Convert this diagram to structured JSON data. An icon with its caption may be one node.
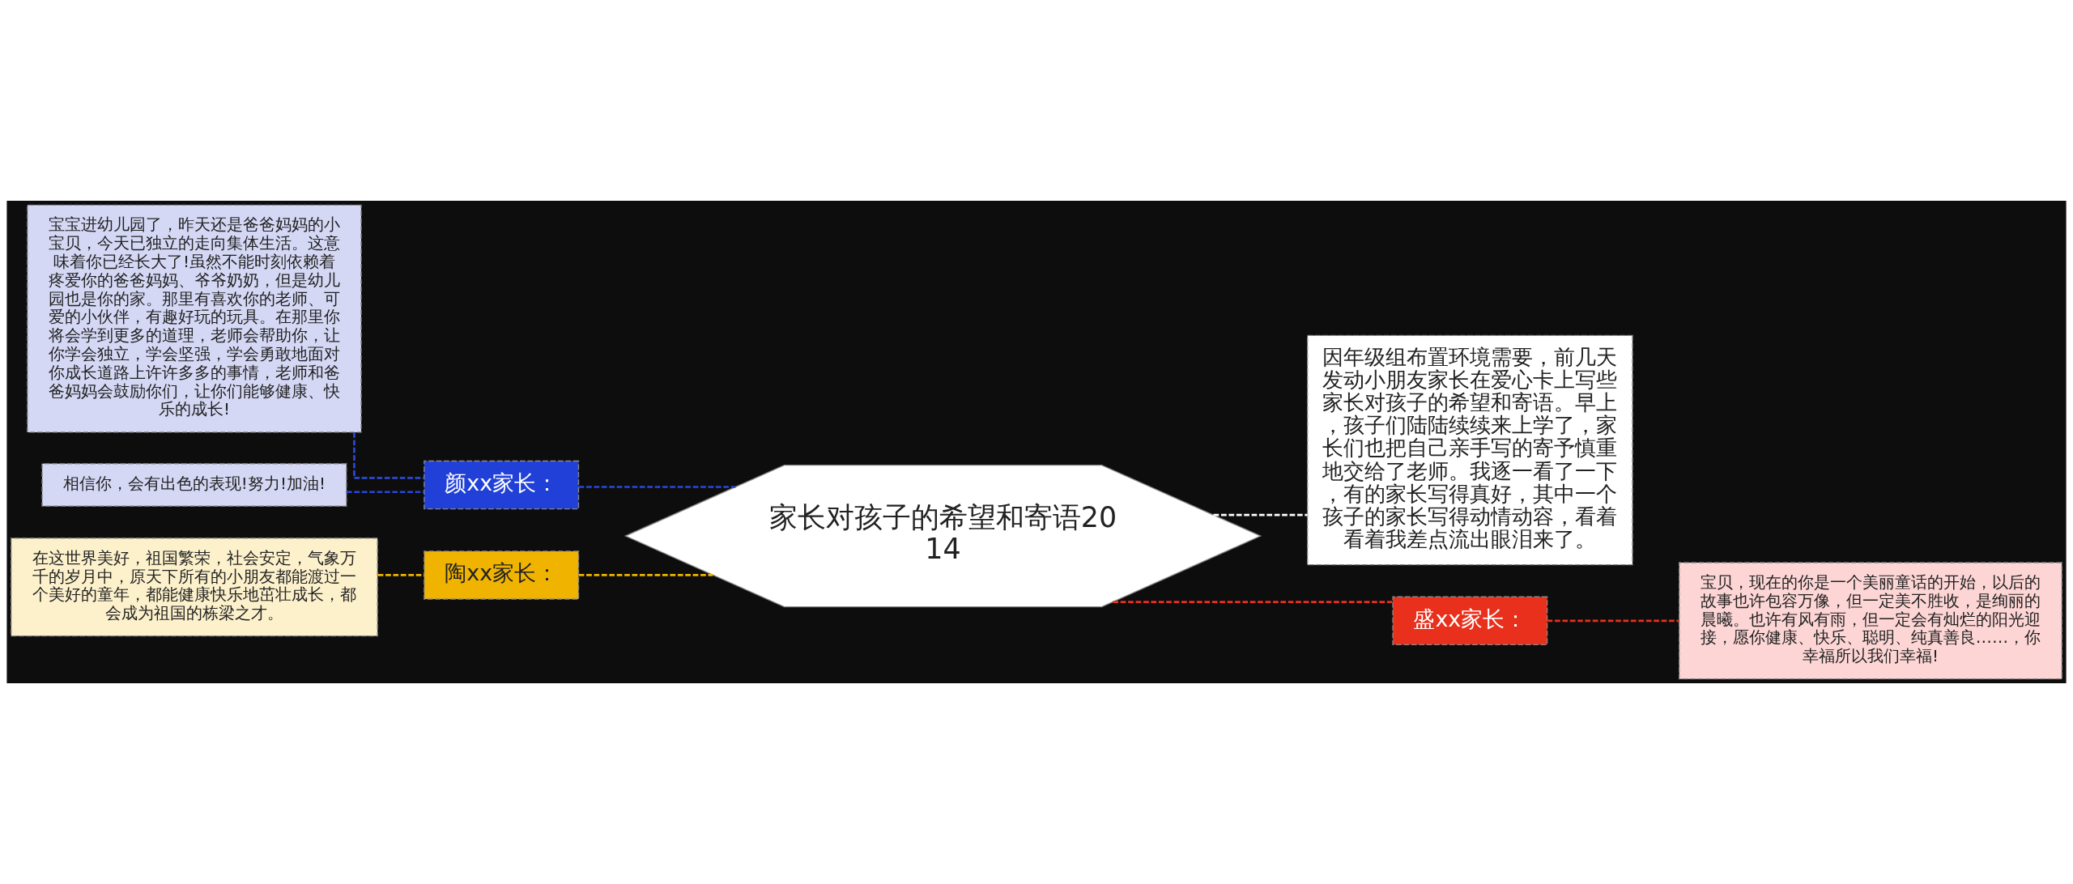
{
  "diagram": {
    "nodes": [
      {
        "text": [
          "家长对孩子的希望和寄语2014"
        ]
      },
      {
        "text": [
          "颜xx家长："
        ]
      },
      {
        "text": [
          "宝宝进幼儿园了，昨天还是爸爸妈妈的小宝贝，今天已独立的走向集体生活。这意味着你已经长大了!虽然不能时刻依赖着疼爱你的爸爸妈妈、爷爷奶奶，但是幼儿园也是你的家。那里有喜欢你的老师、可爱的小伙伴，有趣好玩的玩具。在那里你将会学到更多的道理，老师会帮助你，让你学会独立，学会坚强，学会勇敢地面对你成长道路上许许多多的事情，老师和爸爸妈妈会鼓励你们，让你们能够健康、快乐的成长!"
        ]
      },
      {
        "text": [
          "相信你，会有出色的表现!努力!加油!"
        ]
      },
      {
        "text": [
          "陶xx家长："
        ]
      },
      {
        "text": [
          "在这世界美好，祖国繁荣，社会安定，气象万千的岁月中，原天下所有的小朋友都能渡过一个美好的童年，都能健康快乐地茁壮成长，都会成为祖国的栋梁之才。"
        ]
      },
      {
        "text": [
          "因年级组布置环境需要，前几天发动小朋友家长在爱心卡上写些家长对孩子的希望和寄语。早上，孩子们陆陆续续来上学了，家长们也把自己亲手写的寄予慎重地交给了老师。我逐一看了一下，有的家长写得真好，其中一个孩子的家长写得动情动容，看着看着我差点流出眼泪来了。"
        ]
      },
      {
        "text": [
          "盛xx家长："
        ]
      },
      {
        "text": [
          "宝贝，现在的你是一个美丽童话的开始，以后的故事也许包容万像，但一定美不胜收，是绚丽的晨曦。也许有风有雨，但一定会有灿烂的阳光迎接，愿你健康、快乐、聪明、纯真善良……，你幸福所以我们幸福!"
        ]
      }
    ],
    "edges": [
      {
        "from": 0,
        "to": 1,
        "arrow": "none",
        "style": "dashed",
        "color": "#2a47d9"
      },
      {
        "from": 1,
        "to": 2,
        "arrow": "none",
        "style": "dashed",
        "color": "#2a47d9"
      },
      {
        "from": 1,
        "to": 3,
        "arrow": "none",
        "style": "dashed",
        "color": "#2a47d9"
      },
      {
        "from": 0,
        "to": 4,
        "arrow": "none",
        "style": "dashed",
        "color": "#f0b400"
      },
      {
        "from": 4,
        "to": 5,
        "arrow": "none",
        "style": "dashed",
        "color": "#f0b400"
      },
      {
        "from": 0,
        "to": 6,
        "arrow": "none",
        "style": "dashed",
        "color": "#ffffff"
      },
      {
        "from": 0,
        "to": 7,
        "arrow": "none",
        "style": "dashed",
        "color": "#e8301c"
      },
      {
        "from": 7,
        "to": 8,
        "arrow": "none",
        "style": "dashed",
        "color": "#e8301c"
      }
    ]
  }
}
